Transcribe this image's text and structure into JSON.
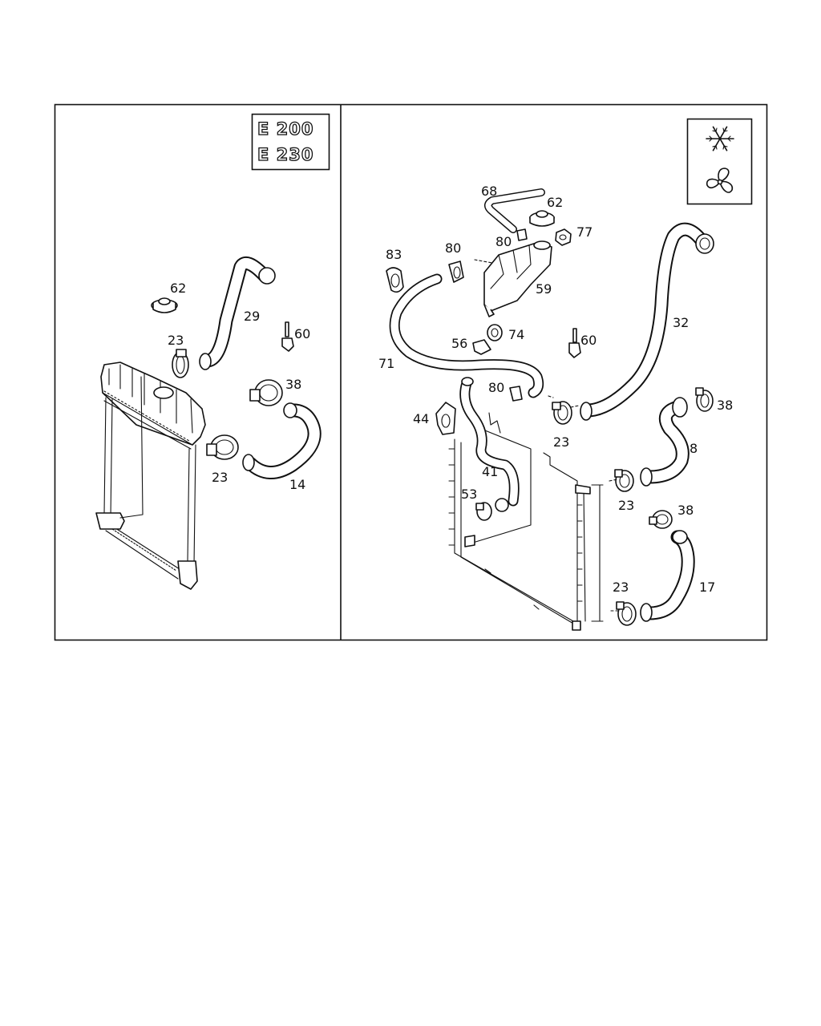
{
  "left_panel": {
    "engine_badges": [
      "E 200",
      "E 230"
    ],
    "callouts": {
      "cap": "62",
      "upper_clamp": "23",
      "upper_hose": "29",
      "sensor": "60",
      "clamp_right": "38",
      "lower_clamp": "23",
      "lower_hose": "14"
    }
  },
  "right_panel": {
    "legend_icons": [
      "snowflake-icon",
      "fan-icon"
    ],
    "callouts": {
      "vent_hose": "68",
      "cap": "62",
      "clamp_top_left": "80",
      "clamp_top_center": "80",
      "nut": "77",
      "clip": "83",
      "tank": "59",
      "big_hose": "32",
      "grommet": "74",
      "bracket": "56",
      "sensor": "60",
      "long_hose": "71",
      "clamp_mid": "80",
      "holder": "44",
      "clamp_hose32": "23",
      "clamp_right_upper": "38",
      "hose_8": "8",
      "hose_41": "41",
      "clamp_hose8": "23",
      "clamp_53": "53",
      "clamp_right_lower": "38",
      "clamp_hose17": "23",
      "hose_17": "17"
    }
  }
}
